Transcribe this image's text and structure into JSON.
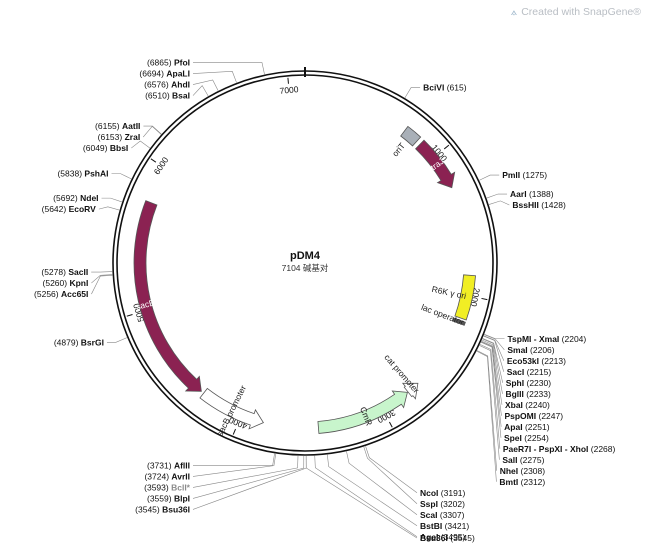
{
  "watermark": "Created with SnapGene®",
  "plasmid": {
    "name": "pDM4",
    "size_label": "7104 碱基对",
    "length_bp": 7104
  },
  "ticks": [
    {
      "bp": 1000,
      "label": "1000"
    },
    {
      "bp": 2000,
      "label": "2000"
    },
    {
      "bp": 3000,
      "label": "3000"
    },
    {
      "bp": 4000,
      "label": "4000"
    },
    {
      "bp": 5000,
      "label": "5000"
    },
    {
      "bp": 6000,
      "label": "6000"
    },
    {
      "bp": 7000,
      "label": "7000"
    }
  ],
  "features": [
    {
      "name": "oriT",
      "label": "oriT",
      "start": 730,
      "end": 840,
      "type": "box",
      "color": "#a9b0b8"
    },
    {
      "name": "traJ",
      "label": "traJ",
      "start": 870,
      "end": 1240,
      "type": "arrow",
      "dir": 1,
      "color": "#8b2252"
    },
    {
      "name": "R6K-gamma-ori",
      "label": "R6K γ ori",
      "start": 1860,
      "end": 2160,
      "type": "box",
      "color": "#f1ee24"
    },
    {
      "name": "lac-operator",
      "label": "lac operator",
      "start": 2176,
      "end": 2198,
      "type": "box",
      "color": "#555555"
    },
    {
      "name": "cat-promoter",
      "label": "cat promoter",
      "start": 2700,
      "end": 2790,
      "type": "arrow",
      "dir": -1,
      "color": "#ffffff"
    },
    {
      "name": "CmR",
      "label": "CmR",
      "start": 2795,
      "end": 3460,
      "type": "arrow",
      "dir": -1,
      "color": "#c8f5cc"
    },
    {
      "name": "sacB-promoter",
      "label": "sacB promoter",
      "start": 3840,
      "end": 4300,
      "type": "arrow",
      "dir": -1,
      "color": "#ffffff"
    },
    {
      "name": "sacB",
      "label": "sacB",
      "start": 4320,
      "end": 5750,
      "type": "arrow",
      "dir": -1,
      "color": "#8b2252"
    }
  ],
  "sites": [
    {
      "label": "PfoI",
      "pos": "(6865)",
      "side": "left",
      "color": "#111111"
    },
    {
      "label": "ApaLI",
      "pos": "(6694)",
      "side": "left",
      "color": "#111111"
    },
    {
      "label": "AhdI",
      "pos": "(6576)",
      "side": "left",
      "color": "#111111"
    },
    {
      "label": "BsaI",
      "pos": "(6510)",
      "side": "left",
      "color": "#111111"
    },
    {
      "label": "AatII",
      "pos": "(6155)",
      "side": "left",
      "color": "#111111"
    },
    {
      "label": "ZraI",
      "pos": "(6153)",
      "side": "left",
      "color": "#111111"
    },
    {
      "label": "BbsI",
      "pos": "(6049)",
      "side": "left",
      "color": "#111111"
    },
    {
      "label": "PshAI",
      "pos": "(5838)",
      "side": "left",
      "color": "#111111"
    },
    {
      "label": "NdeI",
      "pos": "(5692)",
      "side": "left",
      "color": "#111111"
    },
    {
      "label": "EcoRV",
      "pos": "(5642)",
      "side": "left",
      "color": "#111111"
    },
    {
      "label": "SacII",
      "pos": "(5278)",
      "side": "left",
      "color": "#111111"
    },
    {
      "label": "KpnI",
      "pos": "(5260)",
      "side": "left",
      "color": "#111111"
    },
    {
      "label": "Acc65I",
      "pos": "(5256)",
      "side": "left",
      "color": "#111111"
    },
    {
      "label": "BsrGI",
      "pos": "(4879)",
      "side": "left",
      "color": "#111111"
    },
    {
      "label": "AflII",
      "pos": "(3731)",
      "side": "left",
      "color": "#111111"
    },
    {
      "label": "AvrII",
      "pos": "(3724)",
      "side": "left",
      "color": "#111111"
    },
    {
      "label": "BclI*",
      "pos": "(3593)",
      "side": "left",
      "color": "#8a8a8a"
    },
    {
      "label": "BlpI",
      "pos": "(3559)",
      "side": "left",
      "color": "#111111"
    },
    {
      "label": "Bsu36I",
      "pos": "(3545)",
      "side": "left",
      "color": "#111111"
    },
    {
      "label": "BciVI",
      "pos": "(615)",
      "side": "right",
      "color": "#111111"
    },
    {
      "label": "PmlI",
      "pos": "(1275)",
      "side": "right",
      "color": "#111111"
    },
    {
      "label": "AarI",
      "pos": "(1388)",
      "side": "right",
      "color": "#111111"
    },
    {
      "label": "BssHII",
      "pos": "(1428)",
      "side": "right",
      "color": "#111111"
    },
    {
      "label": "TspMI - XmaI",
      "pos": "(2204)",
      "side": "right",
      "color": "#111111"
    },
    {
      "label": "SmaI",
      "pos": "(2206)",
      "side": "right",
      "color": "#111111"
    },
    {
      "label": "Eco53kI",
      "pos": "(2213)",
      "side": "right",
      "color": "#111111"
    },
    {
      "label": "SacI",
      "pos": "(2215)",
      "side": "right",
      "color": "#111111"
    },
    {
      "label": "SphI",
      "pos": "(2230)",
      "side": "right",
      "color": "#111111"
    },
    {
      "label": "BglII",
      "pos": "(2233)",
      "side": "right",
      "color": "#111111"
    },
    {
      "label": "XbaI",
      "pos": "(2240)",
      "side": "right",
      "color": "#111111"
    },
    {
      "label": "PspOMI",
      "pos": "(2247)",
      "side": "right",
      "color": "#111111"
    },
    {
      "label": "ApaI",
      "pos": "(2251)",
      "side": "right",
      "color": "#111111"
    },
    {
      "label": "SpeI",
      "pos": "(2254)",
      "side": "right",
      "color": "#111111"
    },
    {
      "label": "PaeR7I - PspXI - XhoI",
      "pos": "(2268)",
      "side": "right",
      "color": "#111111"
    },
    {
      "label": "SalI",
      "pos": "(2275)",
      "side": "right",
      "color": "#111111"
    },
    {
      "label": "NheI",
      "pos": "(2308)",
      "side": "right",
      "color": "#111111"
    },
    {
      "label": "BmtI",
      "pos": "(2312)",
      "side": "right",
      "color": "#111111"
    },
    {
      "label": "NcoI",
      "pos": "(3191)",
      "side": "right",
      "color": "#111111"
    },
    {
      "label": "SspI",
      "pos": "(3202)",
      "side": "right",
      "color": "#111111"
    },
    {
      "label": "ScaI",
      "pos": "(3307)",
      "side": "right",
      "color": "#111111"
    },
    {
      "label": "BstBI",
      "pos": "(3421)",
      "side": "right",
      "color": "#111111"
    },
    {
      "label": "AgeI",
      "pos": "(3495)",
      "side": "right",
      "color": "#111111"
    },
    {
      "label": "Bsu36I",
      "pos": "(3545)",
      "side": "right",
      "color": "#111111"
    }
  ]
}
